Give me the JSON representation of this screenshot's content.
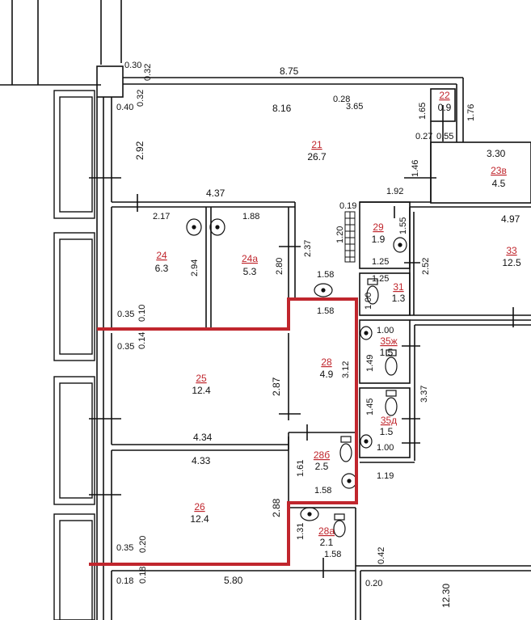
{
  "rooms": [
    {
      "num": "21",
      "area": "26.7"
    },
    {
      "num": "22",
      "area": "0.9"
    },
    {
      "num": "23в",
      "area": "4.5"
    },
    {
      "num": "24",
      "area": "6.3"
    },
    {
      "num": "24а",
      "area": "5.3"
    },
    {
      "num": "25",
      "area": "12.4"
    },
    {
      "num": "26",
      "area": "12.4"
    },
    {
      "num": "28",
      "area": "4.9"
    },
    {
      "num": "28б",
      "area": "2.5"
    },
    {
      "num": "28а",
      "area": "2.1"
    },
    {
      "num": "29",
      "area": "1.9"
    },
    {
      "num": "31",
      "area": "1.3"
    },
    {
      "num": "33",
      "area": "12.5"
    },
    {
      "num": "35ж",
      "area": "1.5"
    },
    {
      "num": "35д",
      "area": "1.5"
    }
  ],
  "dimensions": {
    "d0_30": "0.30",
    "d0_32a": "0.32",
    "d8_75": "8.75",
    "d0_40": "0.40",
    "d0_32b": "0.32",
    "d8_16": "8.16",
    "d0_28": "0.28",
    "d3_65": "3.65",
    "d1_65": "1.65",
    "d1_76": "1.76",
    "d0_27": "0.27",
    "d0_55": "0.55",
    "d2_92": "2.92",
    "d3_30": "3.30",
    "d1_46": "1.46",
    "d4_37": "4.37",
    "d1_92": "1.92",
    "d0_19": "0.19",
    "d2_17": "2.17",
    "d1_88": "1.88",
    "d1_55": "1.55",
    "d4_97": "4.97",
    "d1_20": "1.20",
    "d2_37": "2.37",
    "d2_94": "2.94",
    "d2_80": "2.80",
    "d1_25a": "1.25",
    "d2_52": "2.52",
    "d1_25b": "1.25",
    "d1_58a": "1.58",
    "d1_00a": "1.00",
    "d0_35a": "0.35",
    "d0_10": "0.10",
    "d1_58b": "1.58",
    "d1_00b": "1.00",
    "d0_35b": "0.35",
    "d0_14": "0.14",
    "d1_49": "1.49",
    "d3_12": "3.12",
    "d2_87": "2.87",
    "d3_37": "3.37",
    "d1_45": "1.45",
    "d4_34": "4.34",
    "d1_00c": "1.00",
    "d4_33": "4.33",
    "d1_61": "1.61",
    "d1_19": "1.19",
    "d1_58c": "1.58",
    "d2_88": "2.88",
    "d1_31": "1.31",
    "d0_35c": "0.35",
    "d0_20a": "0.20",
    "d1_58d": "1.58",
    "d0_42": "0.42",
    "d0_18a": "0.18",
    "d0_18b": "0.18",
    "d5_80": "5.80",
    "d0_20b": "0.20",
    "d12_30": "12.30"
  },
  "colors": {
    "highlight": "#c0262d",
    "wall": "#111111",
    "room_number": "#c0262d"
  }
}
